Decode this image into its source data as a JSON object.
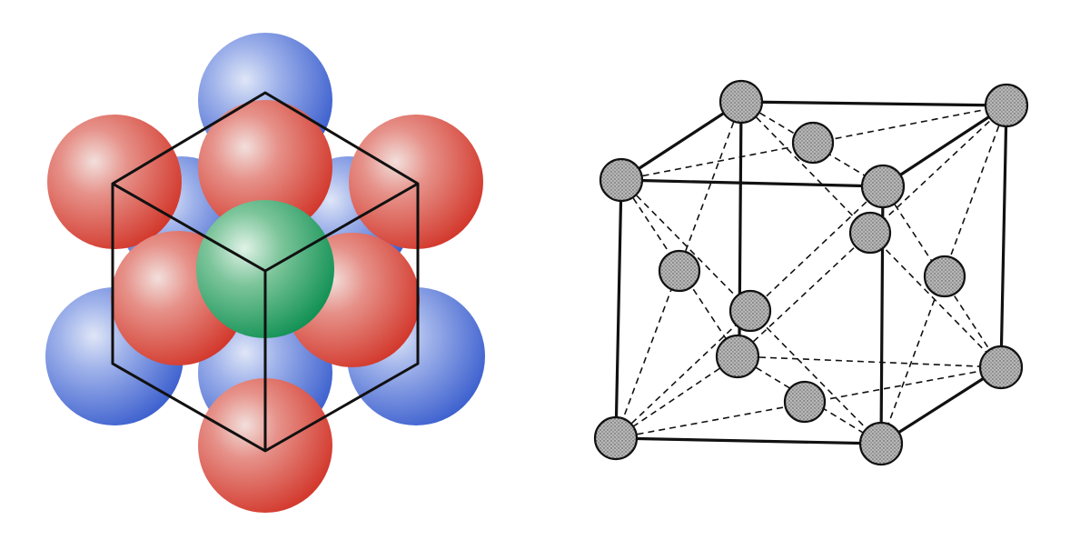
{
  "figures": [
    {
      "id": "left",
      "kind": "packed-spheres-3d",
      "colors": {
        "outer_sphere_blue": "#4a6fd6",
        "outer_sphere_red": "#d9473c",
        "center_sphere_green": "#1f9a62",
        "cube_outline": "#111111"
      },
      "sphere_layers": [
        {
          "name": "back-layer",
          "color_role": "outer_sphere_blue",
          "count": 7
        },
        {
          "name": "middle-layer",
          "color_role": "outer_sphere_red",
          "count": 6
        },
        {
          "name": "center",
          "color_role": "center_sphere_green",
          "count": 1
        }
      ]
    },
    {
      "id": "right",
      "kind": "unit-cell-diagram",
      "colors": {
        "atom_fill": "#a6a6a6",
        "atom_stroke": "#111111",
        "edge_solid": "#111111",
        "edge_dashed": "#111111"
      },
      "atoms": {
        "corners": 8,
        "face_centers": 6
      },
      "edge_styles": [
        "solid",
        "dashed"
      ]
    }
  ]
}
